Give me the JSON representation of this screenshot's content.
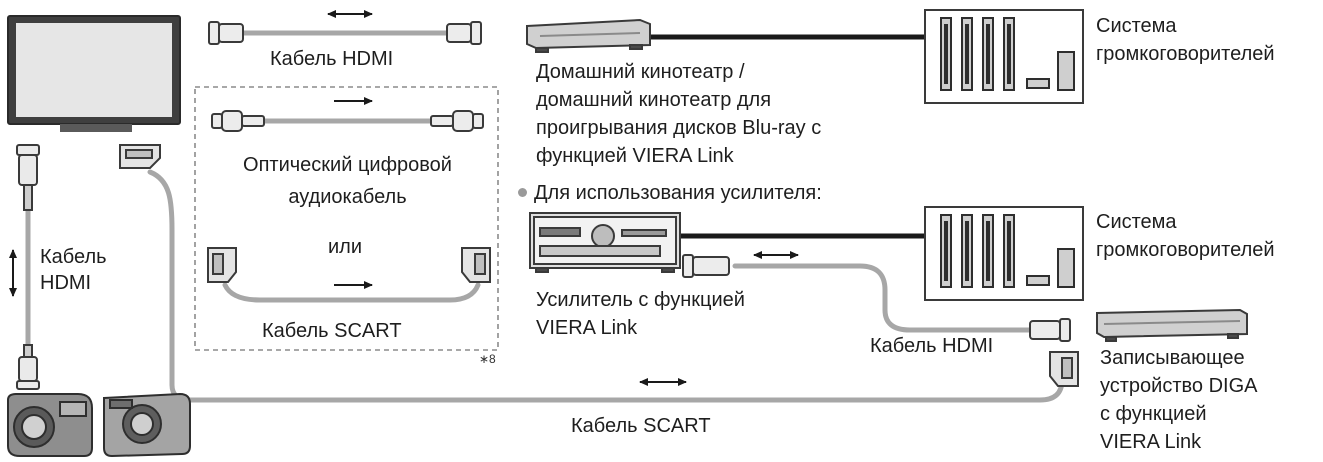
{
  "labels": {
    "hdmi_cable_top": "Кабель HDMI",
    "optical_line1": "Оптический цифровой",
    "optical_line2": "аудиокабель",
    "or": "или",
    "scart_cable_box": "Кабель SCART",
    "footnote": "∗8",
    "hdmi_cable_left_line1": "Кабель",
    "hdmi_cable_left_line2": "HDMI",
    "scart_cable_bottom": "Кабель SCART",
    "home_theater_line1": "Домашний кинотеатр /",
    "home_theater_line2": "домашний кинотеатр для",
    "home_theater_line3": "проигрывания дисков Blu-ray с",
    "home_theater_line4": "функцией VIERA Link",
    "speakers1_line1": "Система",
    "speakers1_line2": "громкоговорителей",
    "amp_note": "Для использования усилителя:",
    "speakers2_line1": "Система",
    "speakers2_line2": "громкоговорителей",
    "amplifier_line1": "Усилитель с функцией",
    "amplifier_line2": "VIERA Link",
    "hdmi_cable_right": "Кабель HDMI",
    "diga_line1": "Записывающее",
    "diga_line2": "устройство DIGA",
    "diga_line3": "с функцией",
    "diga_line4": "VIERA Link"
  },
  "colors": {
    "text": "#1e1e1e",
    "cable": "#a7a7a7",
    "device_outline": "#4a4a4a",
    "device_fill": "#d6d6d6",
    "speaker_wire": "#1a1a1a",
    "dashed_box": "#8c8c8c"
  },
  "icons": [
    "tv-icon",
    "hdmi-plug-icon",
    "scart-plug-icon",
    "optical-plug-icon",
    "camcorder-icon",
    "camera-icon",
    "home-theater-player-icon",
    "speaker-system-icon",
    "amplifier-icon",
    "diga-recorder-icon",
    "double-arrow-icon",
    "arrow-icon"
  ]
}
